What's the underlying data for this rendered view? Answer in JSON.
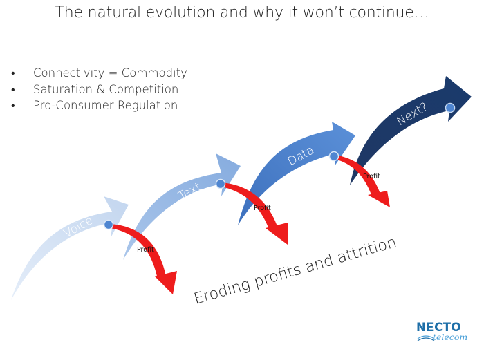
{
  "slide": {
    "title": "The natural evolution and why it won’t continue…",
    "bullets": [
      "Connectivity = Commodity",
      "Saturation & Competition",
      "Pro-Consumer Regulation"
    ]
  },
  "diagram": {
    "stages": [
      {
        "label": "Voice",
        "color": "#c9dbf1",
        "text_color": "#ffffff"
      },
      {
        "label": "Text",
        "color": "#8fb4e3",
        "text_color": "#ffffff"
      },
      {
        "label": "Data",
        "color": "#4f86d1",
        "text_color": "#ffffff"
      },
      {
        "label": "Next?",
        "color": "#1f3864",
        "text_color": "#ffffff"
      }
    ],
    "profit_label": "Profit",
    "profit_color": "#ee1c1c",
    "dot_color": "#4f86d1",
    "erosion_caption": "Eroding profits and attrition"
  },
  "logo": {
    "name": "NECTO",
    "sub": "telecom",
    "color": "#1e6fa8",
    "sub_color": "#4aa0d8"
  }
}
